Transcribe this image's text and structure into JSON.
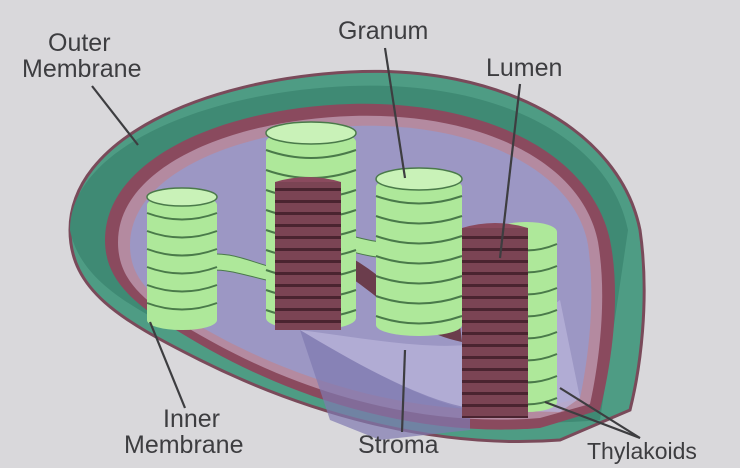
{
  "labels": {
    "outer_membrane_line1": "Outer",
    "outer_membrane_line2": "Membrane",
    "granum": "Granum",
    "lumen": "Lumen",
    "inner_membrane_line1": "Inner",
    "inner_membrane_line2": "Membrane",
    "stroma": "Stroma",
    "thylakoids": "Thylakoids"
  },
  "colors": {
    "background": "#d9d8db",
    "outer_membrane": "#4e9c84",
    "inner_membrane": "#8a4a5e",
    "stroma": "#9c97c4",
    "thylakoid_green": "#aee89a",
    "granum_cut": "#7b4454",
    "label_text": "#3d3d40"
  }
}
